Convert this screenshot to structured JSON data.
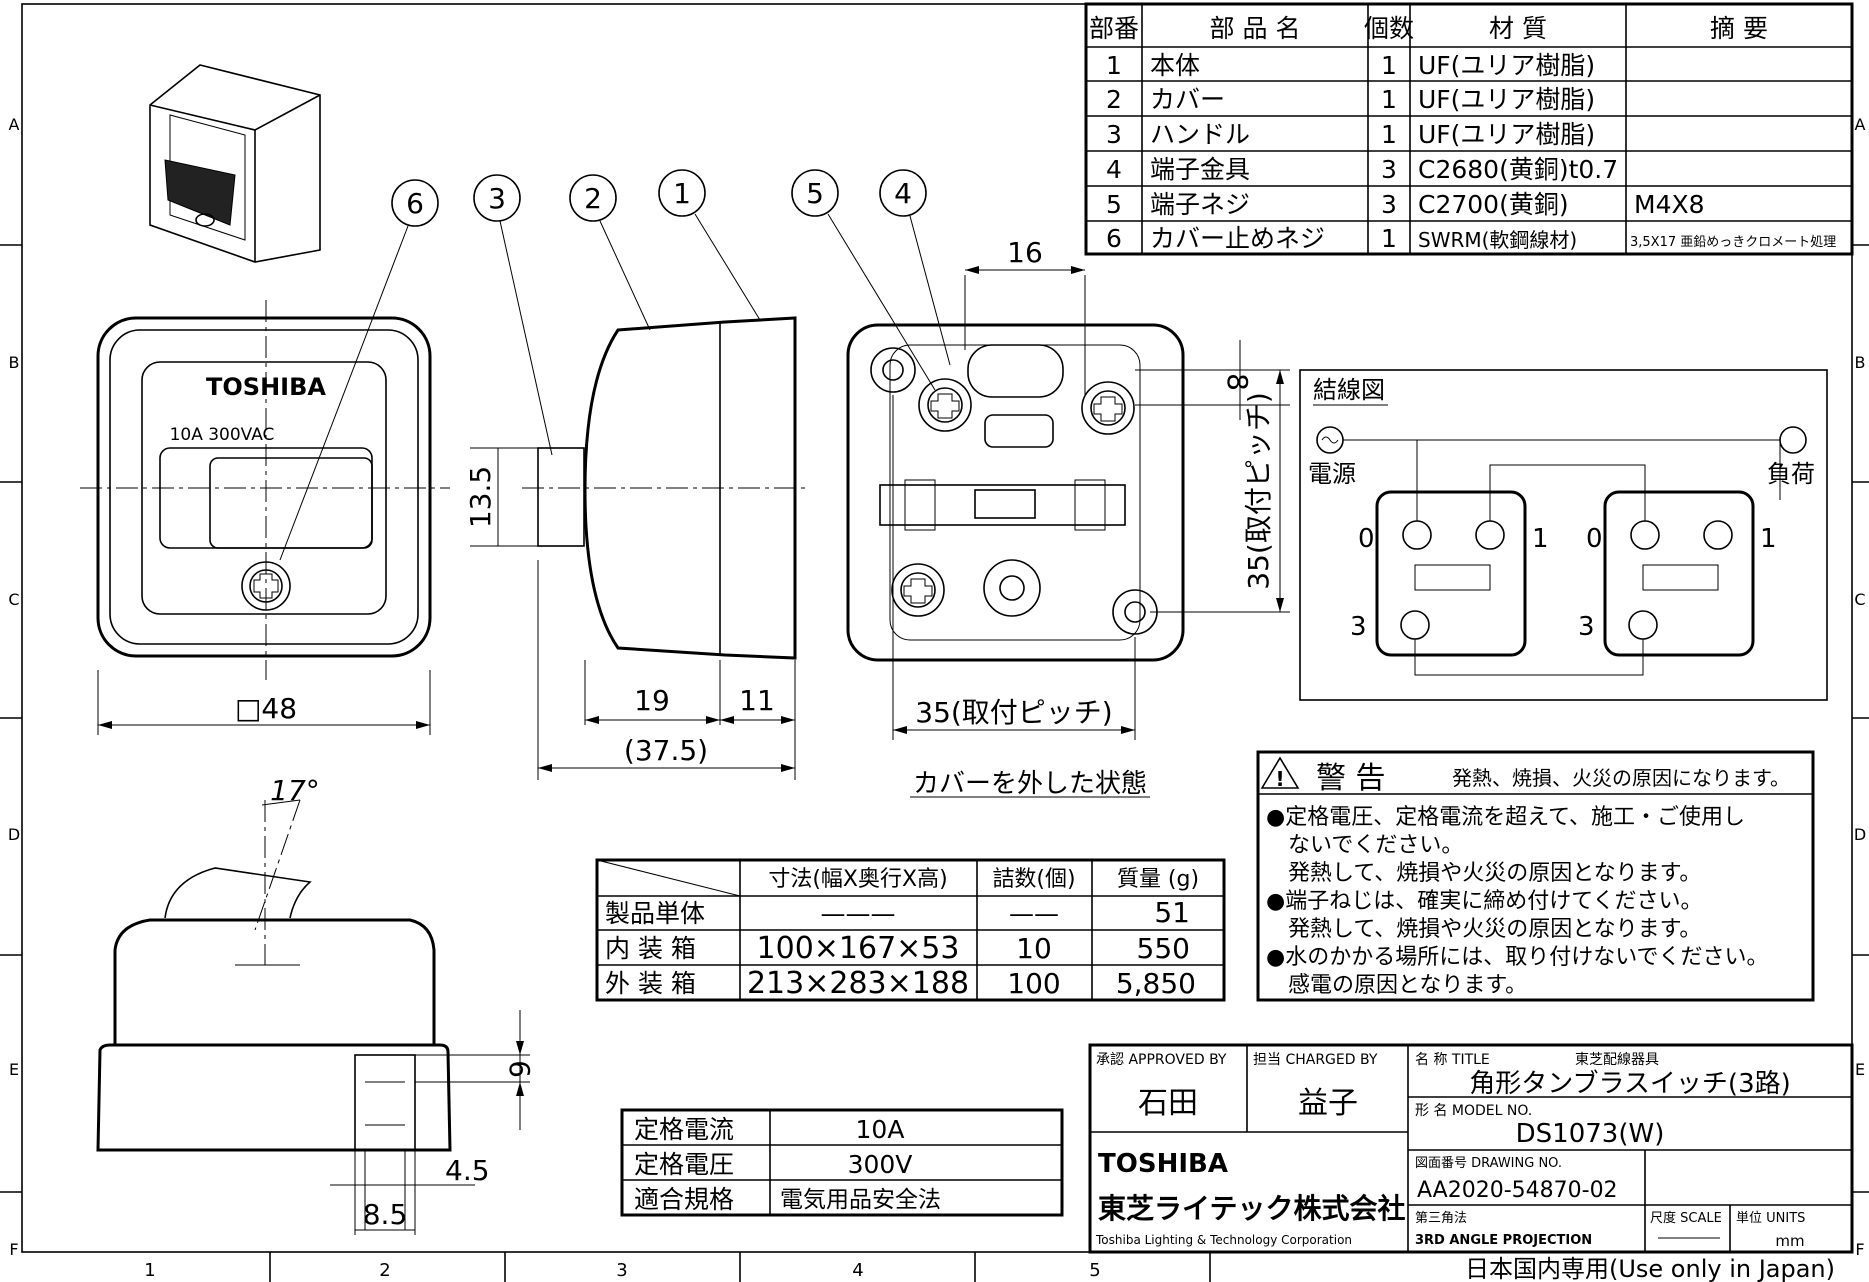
{
  "frame": {
    "row_letters": [
      "A",
      "B",
      "C",
      "D",
      "E",
      "F"
    ],
    "col_numbers": [
      "1",
      "2",
      "3",
      "4",
      "5"
    ],
    "footer_note": "日本国内専用(Use only in Japan)"
  },
  "parts_table": {
    "headers": [
      "部番",
      "部 品 名",
      "個数",
      "材 質",
      "摘 要"
    ],
    "rows": [
      [
        "1",
        "本体",
        "1",
        "UF(ユリア樹脂)",
        ""
      ],
      [
        "2",
        "カバー",
        "1",
        "UF(ユリア樹脂)",
        ""
      ],
      [
        "3",
        "ハンドル",
        "1",
        "UF(ユリア樹脂)",
        ""
      ],
      [
        "4",
        "端子金具",
        "3",
        "C2680(黄銅)t0.7",
        ""
      ],
      [
        "5",
        "端子ネジ",
        "3",
        "C2700(黄銅)",
        "M4X8"
      ],
      [
        "6",
        "カバー止めネジ",
        "1",
        "SWRM(軟鋼線材)",
        "3,5X17 亜鉛めっきクロメート処理"
      ]
    ]
  },
  "front_view": {
    "brand": "TOSHIBA",
    "rating_label": "10A 300VAC",
    "dim_width": "□48"
  },
  "side_view": {
    "dim_handle": "13.5",
    "dim_19": "19",
    "dim_11": "11",
    "dim_total": "(37.5)"
  },
  "balloons": [
    "6",
    "3",
    "2",
    "1",
    "5",
    "4"
  ],
  "inner_view": {
    "dim_16": "16",
    "dim_8": "8",
    "dim_v_pitch": "35(取付ピッチ)",
    "dim_h_pitch": "35(取付ピッチ)",
    "caption": "カバーを外した状態"
  },
  "wiring": {
    "title": "結線図",
    "source": "電源",
    "load": "負荷",
    "pos_0": "0",
    "pos_1": "1",
    "pos_3": "3"
  },
  "warning": {
    "title": "警 告",
    "subtitle": "発熱、焼損、火災の原因になります。",
    "lines": [
      "●定格電圧、定格電流を超えて、施工・ご使用し",
      "　ないでください。",
      "　発熱して、焼損や火災の原因となります。",
      "●端子ねじは、確実に締め付けてください。",
      "　発熱して、焼損や火災の原因となります。",
      "●水のかかる場所には、取り付けないでください。",
      "　感電の原因となります。"
    ]
  },
  "bottom_view": {
    "angle": "17°",
    "dim_6": "6",
    "dim_45": "4.5",
    "dim_85": "8.5"
  },
  "size_table": {
    "headers": [
      "",
      "寸法(幅X奥行X高)",
      "詰数(個)",
      "質量 (g)"
    ],
    "rows": [
      [
        "製品単体",
        "———",
        "——",
        "51"
      ],
      [
        "内 装 箱",
        "100×167×53",
        "10",
        "550"
      ],
      [
        "外 装 箱",
        "213×283×188",
        "100",
        "5,850"
      ]
    ]
  },
  "rating_table": {
    "rows": [
      [
        "定格電流",
        "10A"
      ],
      [
        "定格電圧",
        "300V"
      ],
      [
        "適合規格",
        "電気用品安全法"
      ]
    ]
  },
  "title_block": {
    "approved_label": "承認 APPROVED BY",
    "charged_label": "担当 CHARGED BY",
    "approved": "石田",
    "charged": "益子",
    "title_label": "名 称 TITLE",
    "category": "東芝配線器具",
    "title": "角形タンブラスイッチ(3路)",
    "model_label": "形 名 MODEL NO.",
    "model": "DS1073(W)",
    "drawing_label": "図面番号 DRAWING NO.",
    "drawing_no": "AA2020-54870-02",
    "projection_label": "第三角法",
    "projection": "3RD ANGLE PROJECTION",
    "scale_label": "尺度 SCALE",
    "units_label": "単位 UNITS",
    "units": "mm",
    "company_brand": "TOSHIBA",
    "company_jp": "東芝ライテック株式会社",
    "company_en": "Toshiba Lighting & Technology Corporation"
  }
}
